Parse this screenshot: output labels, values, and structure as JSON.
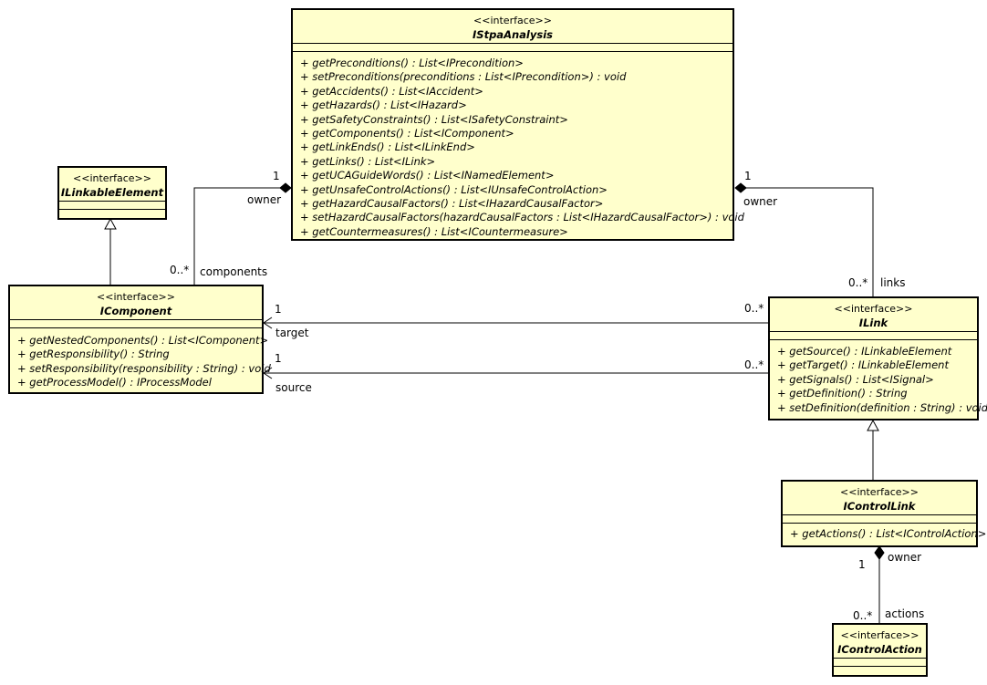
{
  "diagram": {
    "stereotype": "<<interface>>",
    "classes": {
      "stpa": {
        "name": "IStpaAnalysis",
        "operations": [
          "+ getPreconditions() : List<IPrecondition>",
          "+ setPreconditions(preconditions : List<IPrecondition>) : void",
          "+ getAccidents() : List<IAccident>",
          "+ getHazards() : List<IHazard>",
          "+ getSafetyConstraints() : List<ISafetyConstraint>",
          "+ getComponents() : List<IComponent>",
          "+ getLinkEnds() : List<ILinkEnd>",
          "+ getLinks() : List<ILink>",
          "+ getUCAGuideWords() : List<INamedElement>",
          "+ getUnsafeControlActions() : List<IUnsafeControlAction>",
          "+ getHazardCausalFactors() : List<IHazardCausalFactor>",
          "+ setHazardCausalFactors(hazardCausalFactors : List<IHazardCausalFactor>) : void",
          "+ getCountermeasures() : List<ICountermeasure>"
        ]
      },
      "linkable": {
        "name": "ILinkableElement"
      },
      "component": {
        "name": "IComponent",
        "operations": [
          "+ getNestedComponents() : List<IComponent>",
          "+ getResponsibility() : String",
          "+ setResponsibility(responsibility : String) : void",
          "+ getProcessModel() : IProcessModel"
        ]
      },
      "link": {
        "name": "ILink",
        "operations": [
          "+ getSource() : ILinkableElement",
          "+ getTarget() : ILinkableElement",
          "+ getSignals() : List<ISignal>",
          "+ getDefinition() : String",
          "+ setDefinition(definition : String) : void"
        ]
      },
      "controllink": {
        "name": "IControlLink",
        "operations": [
          "+ getActions() : List<IControlAction>"
        ]
      },
      "controlaction": {
        "name": "IControlAction"
      }
    },
    "labels": {
      "comp_owner_mult": "1",
      "comp_owner_role": "owner",
      "comp_mult": "0..*",
      "comp_role": "components",
      "links_owner_mult": "1",
      "links_owner_role": "owner",
      "links_mult": "0..*",
      "links_role": "links",
      "target_mult": "1",
      "target_role": "target",
      "target_link_mult": "0..*",
      "source_mult": "1",
      "source_role": "source",
      "source_link_mult": "0..*",
      "actions_owner_role": "owner",
      "actions_owner_mult": "1",
      "actions_mult": "0..*",
      "actions_role": "actions"
    }
  }
}
